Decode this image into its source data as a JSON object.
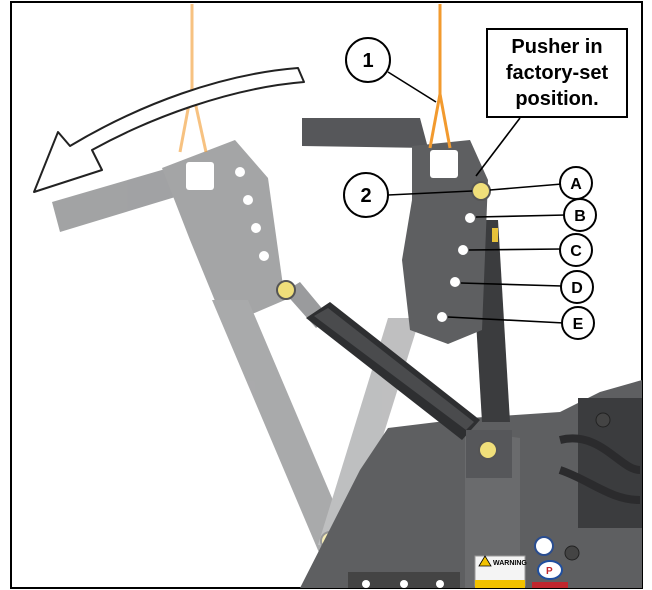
{
  "note": {
    "line1": "Pusher in",
    "line2": "factory-set",
    "line3": "position."
  },
  "callouts": {
    "c1": "1",
    "c2": "2",
    "A": "A",
    "B": "B",
    "C": "C",
    "D": "D",
    "E": "E"
  },
  "decals": {
    "warning_text": "WARNING",
    "shield_mark": "P"
  },
  "colors": {
    "frame": "#5e5f61",
    "frame_dark": "#3b3c3e",
    "frame_light": "#7a7b7d",
    "strap": "#f29a2e",
    "bolt": "#f0df7a",
    "ghost": "#b9babb",
    "background": "#ffffff",
    "border": "#000000"
  }
}
